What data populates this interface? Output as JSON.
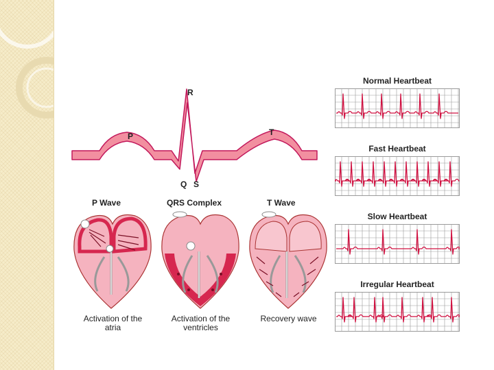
{
  "waveform": {
    "labels": {
      "r": "R",
      "p": "P",
      "t": "T",
      "q": "Q",
      "s": "S"
    }
  },
  "hearts": [
    {
      "title": "P Wave",
      "caption_line1": "Activation of the",
      "caption_line2": "atria"
    },
    {
      "title": "QRS Complex",
      "caption_line1": "Activation of the",
      "caption_line2": "ventricles"
    },
    {
      "title": "T Wave",
      "caption_line1": "Recovery wave",
      "caption_line2": ""
    }
  ],
  "ecg_strips": [
    {
      "title": "Normal Heartbeat"
    },
    {
      "title": "Fast Heartbeat"
    },
    {
      "title": "Slow Heartbeat"
    },
    {
      "title": "Irregular Heartbeat"
    }
  ],
  "colors": {
    "wave_fill": "#f28fa0",
    "wave_stroke": "#c2185b",
    "heart_fill": "#f5b3bf",
    "heart_dark": "#d6274f",
    "grid": "#9a9a9a",
    "trace": "#d01040",
    "decor": "#f6ecc9"
  }
}
